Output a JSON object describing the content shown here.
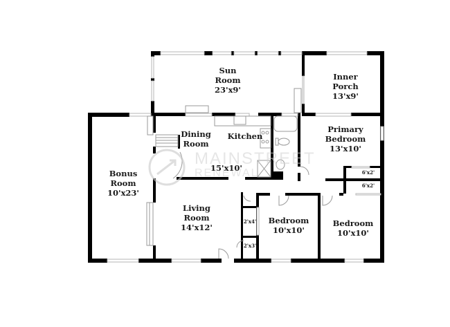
{
  "floorplan": {
    "rooms": [
      {
        "id": "sun-room",
        "name": "Sun\nRoom",
        "name_lines": [
          "Sun",
          "Room"
        ],
        "dims": "23'x9'"
      },
      {
        "id": "inner-porch",
        "name_lines": [
          "Inner",
          "Porch"
        ],
        "dims": "13'x9'"
      },
      {
        "id": "dining-room",
        "name_lines": [
          "Dining",
          "Room"
        ],
        "dims": ""
      },
      {
        "id": "kitchen",
        "name_lines": [
          "Kitchen"
        ],
        "dims": ""
      },
      {
        "id": "dining-kitchen-combined",
        "name_lines": [],
        "dims": "15'x10'"
      },
      {
        "id": "primary-bedroom",
        "name_lines": [
          "Primary",
          "Bedroom"
        ],
        "dims": "13'x10'"
      },
      {
        "id": "bonus-room",
        "name_lines": [
          "Bonus",
          "Room"
        ],
        "dims": "10'x23'"
      },
      {
        "id": "living-room",
        "name_lines": [
          "Living",
          "Room"
        ],
        "dims": "14'x12'"
      },
      {
        "id": "bedroom-1",
        "name_lines": [
          "Bedroom"
        ],
        "dims": "10'x10'"
      },
      {
        "id": "bedroom-2",
        "name_lines": [
          "Bedroom"
        ],
        "dims": "10'x10'"
      }
    ],
    "closets": [
      {
        "id": "closet-primary-1",
        "dims": "6'x2'"
      },
      {
        "id": "closet-primary-2",
        "dims": "6'x2'"
      },
      {
        "id": "closet-hall-1",
        "dims": "2'x4'"
      },
      {
        "id": "closet-hall-2",
        "dims": "2'x3'"
      }
    ],
    "watermark": {
      "line1": "MAINSTREET",
      "line2": "RENEWAL"
    },
    "colors": {
      "wall": "#000000",
      "window": "#cfcfcf",
      "fixture": "#9a9a9a",
      "background": "#ffffff"
    }
  }
}
